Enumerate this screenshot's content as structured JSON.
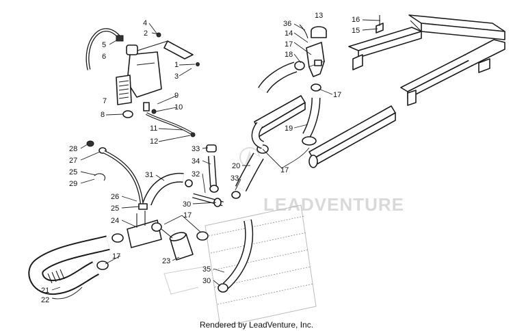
{
  "watermark": "LEADVENTURE",
  "credit": "Rendered by LeadVenture, Inc.",
  "callouts": [
    "4",
    "2",
    "5",
    "6",
    "1",
    "3",
    "7",
    "9",
    "8",
    "10",
    "11",
    "12",
    "13",
    "36",
    "14",
    "17",
    "18",
    "17",
    "16",
    "15",
    "19",
    "17",
    "20",
    "28",
    "27",
    "25",
    "29",
    "26",
    "31",
    "33",
    "34",
    "32",
    "33",
    "25",
    "30",
    "24",
    "17",
    "23",
    "17",
    "21",
    "22",
    "35",
    "30"
  ]
}
